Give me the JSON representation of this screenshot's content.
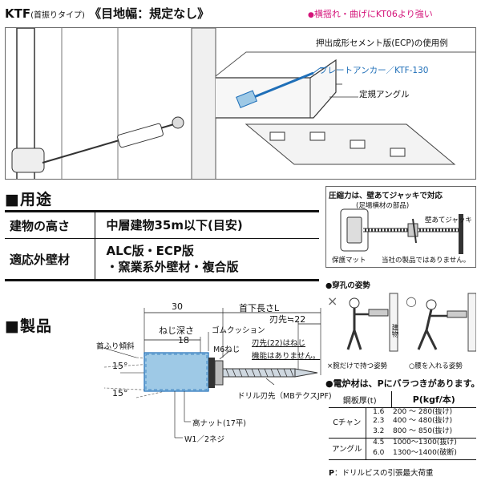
{
  "header": {
    "model": "KTF",
    "model_sub": "(首振りタイプ)",
    "joint": "《目地幅：規定なし》",
    "strength_note": "横揺れ・曲げにKT06より強い"
  },
  "illustration": {
    "ecp_label": "押出成形セメント版(ECP)の使用例",
    "anchor_label": "プレートアンカー／KTF-130",
    "angle_label": "定規アングル"
  },
  "usage": {
    "heading": "■用途",
    "rows": [
      {
        "key": "建物の高さ",
        "value_lines": [
          "中層建物35m以下(目安)"
        ]
      },
      {
        "key": "適応外壁材",
        "value_lines": [
          "ALC版・ECP版",
          "・窯業系外壁材・複合版"
        ]
      }
    ]
  },
  "jack": {
    "title": "圧縮力は、壁あてジャッキで対応",
    "parts_note": "(足場横材の部品)",
    "jack_label": "壁あてジャッキ",
    "mat_label": "保護マット",
    "company_note": "当社の製品ではありません。"
  },
  "product": {
    "heading": "■製品",
    "dim_30": "30",
    "neck_length": "首下長さL",
    "tip_22": "刃先≒22",
    "screw_depth_label": "ねじ深さ",
    "screw_depth_value": "18",
    "rubber_cushion": "ゴムクッション",
    "m6_screw": "M6ねじ",
    "tip_note_1": "刃先(22)はねじ",
    "tip_note_2": "機能はありません。",
    "swing_angle": "首ふり傾斜",
    "angle_up": "15°",
    "angle_down": "15°",
    "drill_tip": "ドリル刃先（MBテクスJPF)",
    "high_nut": "高ナット(17平)",
    "thread": "W1／2ネジ"
  },
  "posture": {
    "title": "穿孔の姿勢",
    "bad_mark": "×",
    "bad_label": "×腕だけで持つ姿勢",
    "good_mark": "○",
    "good_label": "○腰を入れる姿勢",
    "wall_label": "建物"
  },
  "electric": {
    "note": "●電炉材は、Pにバラつきがあります。",
    "headers": [
      "鋼板厚(t)",
      "P(kgf/本)"
    ],
    "groups": [
      {
        "category": "Cチャン",
        "rows": [
          {
            "t": "1.6",
            "p": "200 ～ 280(抜け)"
          },
          {
            "t": "2.3",
            "p": "400 ～ 480(抜け)"
          },
          {
            "t": "3.2",
            "p": "800 ～ 850(抜け)"
          }
        ]
      },
      {
        "category": "アングル",
        "rows": [
          {
            "t": "4.5",
            "p": "1000～1300(抜け)"
          },
          {
            "t": "6.0",
            "p": "1300～1400(破断)"
          }
        ]
      }
    ],
    "footnote_key": "P",
    "footnote": "：ドリルビスの引張最大荷重"
  },
  "colors": {
    "accent_pink": "#d4147a",
    "accent_blue": "#1f6fb8",
    "fastener_blue": "#9ec9e6"
  }
}
